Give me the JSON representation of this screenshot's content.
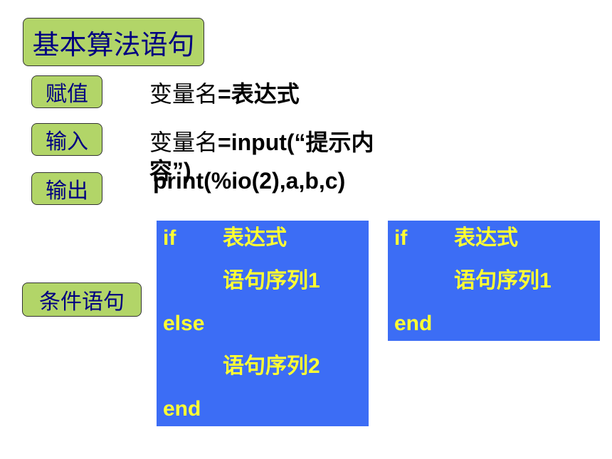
{
  "title": "基本算法语句",
  "rows": {
    "assign": {
      "label": "赋值",
      "syntax_prefix": "变量名",
      "syntax_rest": "=表达式"
    },
    "input": {
      "label": "输入",
      "syntax_prefix": "变量名",
      "syntax_rest": "=input(“提示内容”)"
    },
    "output": {
      "label": "输出",
      "syntax": "print(%io(2),a,b,c)"
    },
    "cond": {
      "label": "条件语句"
    }
  },
  "code_if_else": {
    "lines": [
      {
        "keyword": "if",
        "text": "表达式"
      },
      {
        "keyword": "",
        "text": "语句序列1"
      },
      {
        "keyword": "else",
        "text": ""
      },
      {
        "keyword": "",
        "text": "语句序列2"
      },
      {
        "keyword": "end",
        "text": ""
      }
    ]
  },
  "code_if": {
    "lines": [
      {
        "keyword": "if",
        "text": "表达式"
      },
      {
        "keyword": "",
        "text": "语句序列1"
      },
      {
        "keyword": "end",
        "text": ""
      }
    ]
  },
  "colors": {
    "label_bg": "#b2d568",
    "label_text": "#000080",
    "code_bg": "#3c6df5",
    "code_text": "#ffff33"
  }
}
